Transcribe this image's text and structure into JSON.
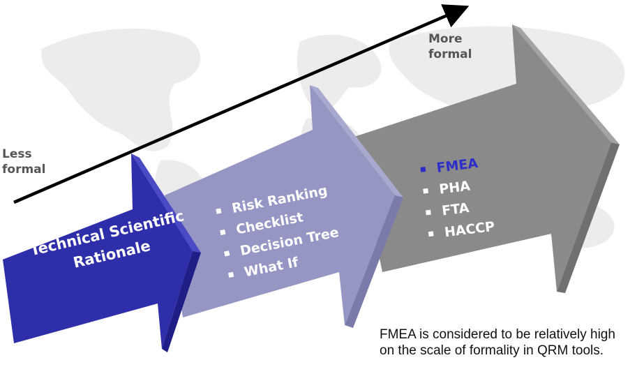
{
  "labels": {
    "less_formal": [
      "Less",
      "formal"
    ],
    "more_formal": [
      "More",
      "formal"
    ]
  },
  "arrows": {
    "first": {
      "lines": [
        "Technical Scientific",
        "Rationale"
      ],
      "color": "#2e2eaa"
    },
    "second": {
      "items": [
        "Risk Ranking",
        "Checklist",
        "Decision Tree",
        "What If"
      ],
      "color": "#9596c4"
    },
    "third": {
      "items": [
        "FMEA",
        "PHA",
        "FTA",
        "HACCP"
      ],
      "highlight": "FMEA",
      "highlight_color": "#2b2ec9",
      "color": "#8a8a8a"
    }
  },
  "note": {
    "lines": [
      "FMEA is considered to be relatively high",
      "on the scale of formality in QRM tools."
    ]
  }
}
